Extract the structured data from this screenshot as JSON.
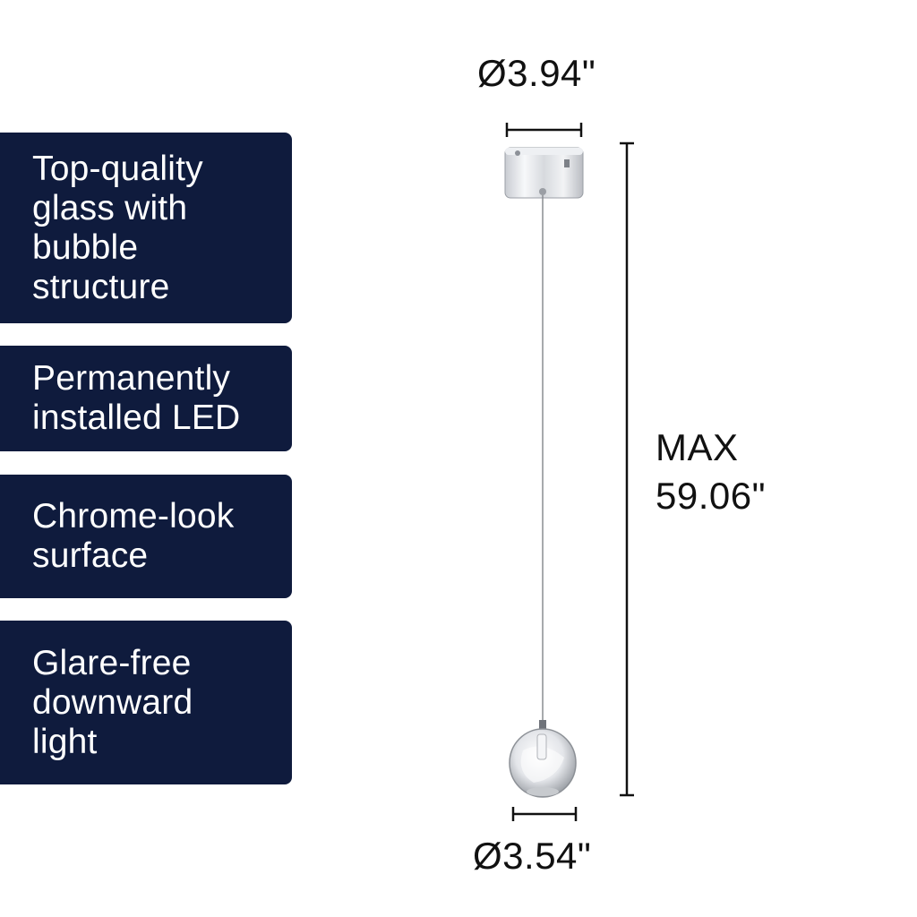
{
  "features": [
    "Top-quality\nglass with\nbubble\nstructure",
    "Permanently\ninstalled LED",
    "Chrome-look\nsurface",
    "Glare-free\ndownward\nlight"
  ],
  "dimensions": {
    "canopy_diameter": "Ø3.94\"",
    "max_height_line1": "MAX",
    "max_height_line2": "59.06\"",
    "shade_diameter": "Ø3.54\""
  },
  "colors": {
    "panel_bg": "#0f1b3d",
    "panel_text": "#ffffff",
    "line": "#111111"
  }
}
